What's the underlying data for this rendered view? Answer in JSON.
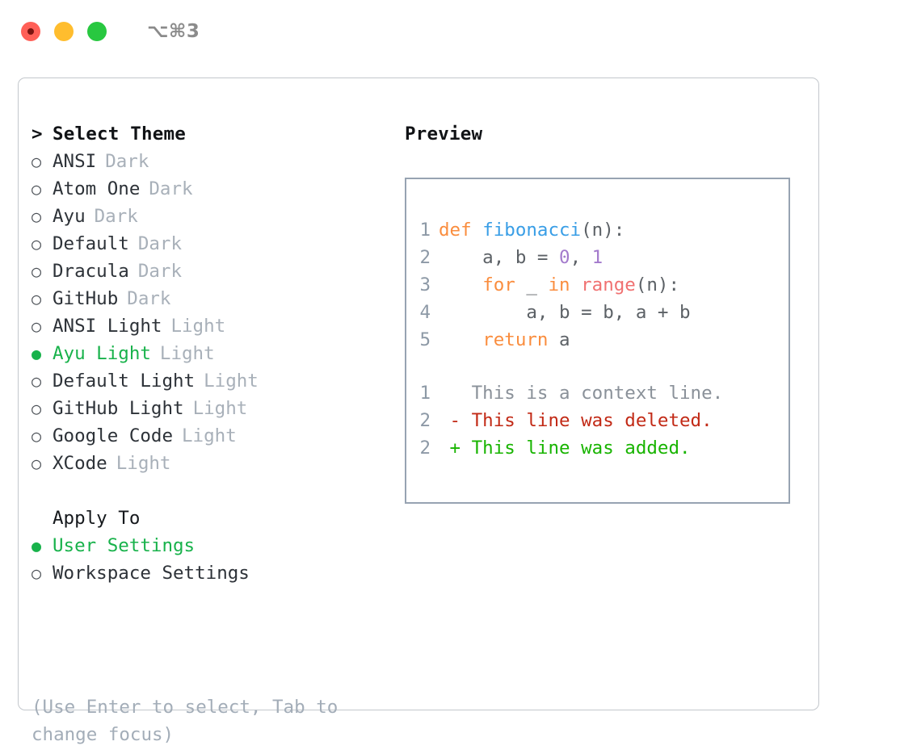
{
  "titlebar": {
    "shortcut": "⌥⌘3",
    "buttons": [
      {
        "name": "close",
        "color": "#ff5f57"
      },
      {
        "name": "minimize",
        "color": "#ffbd2e"
      },
      {
        "name": "maximize",
        "color": "#28c840"
      }
    ]
  },
  "theme_list": {
    "heading": "Select Theme",
    "caret": ">",
    "bullet_selected": "●",
    "bullet_unselected": "○",
    "selected_color": "#18b24b",
    "items": [
      {
        "label": "ANSI",
        "variant": "Dark",
        "selected": false
      },
      {
        "label": "Atom One",
        "variant": "Dark",
        "selected": false
      },
      {
        "label": "Ayu",
        "variant": "Dark",
        "selected": false
      },
      {
        "label": "Default",
        "variant": "Dark",
        "selected": false
      },
      {
        "label": "Dracula",
        "variant": "Dark",
        "selected": false
      },
      {
        "label": "GitHub",
        "variant": "Dark",
        "selected": false
      },
      {
        "label": "ANSI Light",
        "variant": "Light",
        "selected": false
      },
      {
        "label": "Ayu Light",
        "variant": "Light",
        "selected": true
      },
      {
        "label": "Default Light",
        "variant": "Light",
        "selected": false
      },
      {
        "label": "GitHub Light",
        "variant": "Light",
        "selected": false
      },
      {
        "label": "Google Code",
        "variant": "Light",
        "selected": false
      },
      {
        "label": "XCode",
        "variant": "Light",
        "selected": false
      }
    ]
  },
  "apply_to": {
    "heading": "Apply To",
    "items": [
      {
        "label": "User Settings",
        "selected": true
      },
      {
        "label": "Workspace Settings",
        "selected": false
      }
    ]
  },
  "hint": "(Use Enter to select, Tab to change focus)",
  "preview": {
    "heading": "Preview",
    "code_lines": [
      {
        "lineno": "1",
        "tokens": [
          {
            "text": "def ",
            "type": "kw"
          },
          {
            "text": "fibonacci",
            "type": "fn"
          },
          {
            "text": "(n):",
            "type": "plain"
          }
        ]
      },
      {
        "lineno": "2",
        "tokens": [
          {
            "text": "    a, b = ",
            "type": "plain"
          },
          {
            "text": "0",
            "type": "num"
          },
          {
            "text": ", ",
            "type": "plain"
          },
          {
            "text": "1",
            "type": "num"
          }
        ]
      },
      {
        "lineno": "3",
        "tokens": [
          {
            "text": "    ",
            "type": "plain"
          },
          {
            "text": "for",
            "type": "kw"
          },
          {
            "text": " _ ",
            "type": "plain"
          },
          {
            "text": "in",
            "type": "kw"
          },
          {
            "text": " ",
            "type": "plain"
          },
          {
            "text": "range",
            "type": "call"
          },
          {
            "text": "(n):",
            "type": "plain"
          }
        ]
      },
      {
        "lineno": "4",
        "tokens": [
          {
            "text": "        a, b = b, a + b",
            "type": "plain"
          }
        ]
      },
      {
        "lineno": "5",
        "tokens": [
          {
            "text": "    ",
            "type": "plain"
          },
          {
            "text": "return",
            "type": "kw"
          },
          {
            "text": " a",
            "type": "plain"
          }
        ]
      }
    ],
    "diff_lines": [
      {
        "lineno": "1",
        "marker": " ",
        "text": " This is a context line.",
        "kind": "context"
      },
      {
        "lineno": "2",
        "marker": "-",
        "text": " This line was deleted.",
        "kind": "del"
      },
      {
        "lineno": "2",
        "marker": "+",
        "text": " This line was added.",
        "kind": "add"
      }
    ]
  }
}
